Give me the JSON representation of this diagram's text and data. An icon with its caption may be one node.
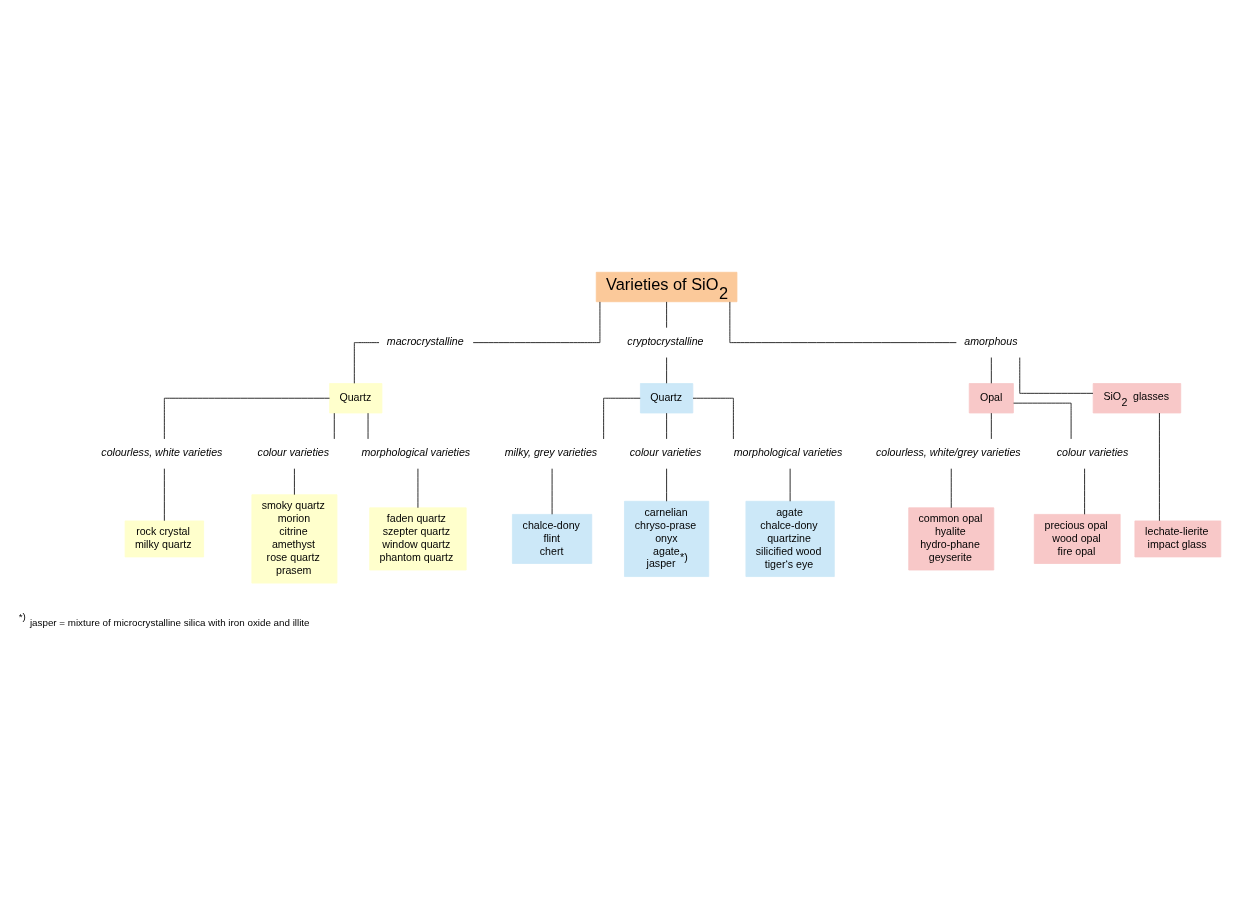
{
  "diagram": {
    "nodes": [
      {
        "text": [
          "Varieties of SiO$_{2}$"
        ]
      },
      {
        "text": [
          "macrocrystalline"
        ]
      },
      {
        "text": [
          "cryptocrystalline"
        ]
      },
      {
        "text": [
          "amorphous"
        ]
      },
      {
        "text": [
          "Quartz"
        ]
      },
      {
        "text": [
          "Quartz"
        ]
      },
      {
        "text": [
          "Opal"
        ]
      },
      {
        "text": [
          "SiO$_{2}$ glasses"
        ]
      },
      {
        "text": [
          "colourless, white varieties"
        ]
      },
      {
        "text": [
          "colour varieties"
        ]
      },
      {
        "text": [
          "morphological varieties"
        ]
      },
      {
        "text": [
          "milky, grey varieties"
        ]
      },
      {
        "text": [
          "colour varieties"
        ]
      },
      {
        "text": [
          "morphological varieties"
        ]
      },
      {
        "text": [
          "colourless, white/grey varieties"
        ]
      },
      {
        "text": [
          "colour varieties"
        ]
      },
      {
        "text": [
          "rock crystal",
          "milky quartz"
        ]
      },
      {
        "text": [
          "smoky quartz",
          "morion",
          "citrine",
          "amethyst",
          "rose quartz",
          "prasem"
        ]
      },
      {
        "text": [
          "faden quartz",
          "szepter quartz",
          "window quartz",
          "phantom quartz"
        ]
      },
      {
        "text": [
          "chalce-dony",
          "flint",
          "chert"
        ]
      },
      {
        "text": [
          "carnelian",
          "chryso-prase",
          "onyx",
          "agate",
          "jasper $^{*)}$"
        ]
      },
      {
        "text": [
          "agate",
          "chalce-dony",
          "quartzine",
          "silicified wood",
          "tiger‘s eye"
        ]
      },
      {
        "text": [
          "common opal",
          "hyalite",
          "hydro-phane",
          "geyserite"
        ]
      },
      {
        "text": [
          "precious opal",
          "wood opal",
          "fire opal"
        ]
      },
      {
        "text": [
          "lechate-lierite",
          "impact glass"
        ]
      }
    ],
    "edges": [
      {
        "from": 0,
        "to": 1,
        "arrow": "none"
      },
      {
        "from": 0,
        "to": 2,
        "arrow": "none"
      },
      {
        "from": 0,
        "to": 3,
        "arrow": "none"
      },
      {
        "from": 1,
        "to": 4,
        "arrow": "none"
      },
      {
        "from": 2,
        "to": 5,
        "arrow": "none"
      },
      {
        "from": 3,
        "to": 6,
        "arrow": "none"
      },
      {
        "from": 3,
        "to": 7,
        "arrow": "none"
      },
      {
        "from": 4,
        "to": 8,
        "arrow": "none"
      },
      {
        "from": 4,
        "to": 9,
        "arrow": "none"
      },
      {
        "from": 4,
        "to": 10,
        "arrow": "none"
      },
      {
        "from": 5,
        "to": 11,
        "arrow": "none"
      },
      {
        "from": 5,
        "to": 12,
        "arrow": "none"
      },
      {
        "from": 5,
        "to": 13,
        "arrow": "none"
      },
      {
        "from": 6,
        "to": 14,
        "arrow": "none"
      },
      {
        "from": 6,
        "to": 15,
        "arrow": "none"
      },
      {
        "from": 7,
        "to": 24,
        "arrow": "none"
      },
      {
        "from": 8,
        "to": 16,
        "arrow": "none"
      },
      {
        "from": 9,
        "to": 17,
        "arrow": "none"
      },
      {
        "from": 10,
        "to": 18,
        "arrow": "none"
      },
      {
        "from": 11,
        "to": 19,
        "arrow": "none"
      },
      {
        "from": 12,
        "to": 20,
        "arrow": "none"
      },
      {
        "from": 13,
        "to": 21,
        "arrow": "none"
      },
      {
        "from": 14,
        "to": 22,
        "arrow": "none"
      },
      {
        "from": 15,
        "to": 23,
        "arrow": "none"
      }
    ],
    "labels": [
      "$^{*)}$ jasper = mixture of microcrystalline silica with iron oxide and illite"
    ]
  }
}
